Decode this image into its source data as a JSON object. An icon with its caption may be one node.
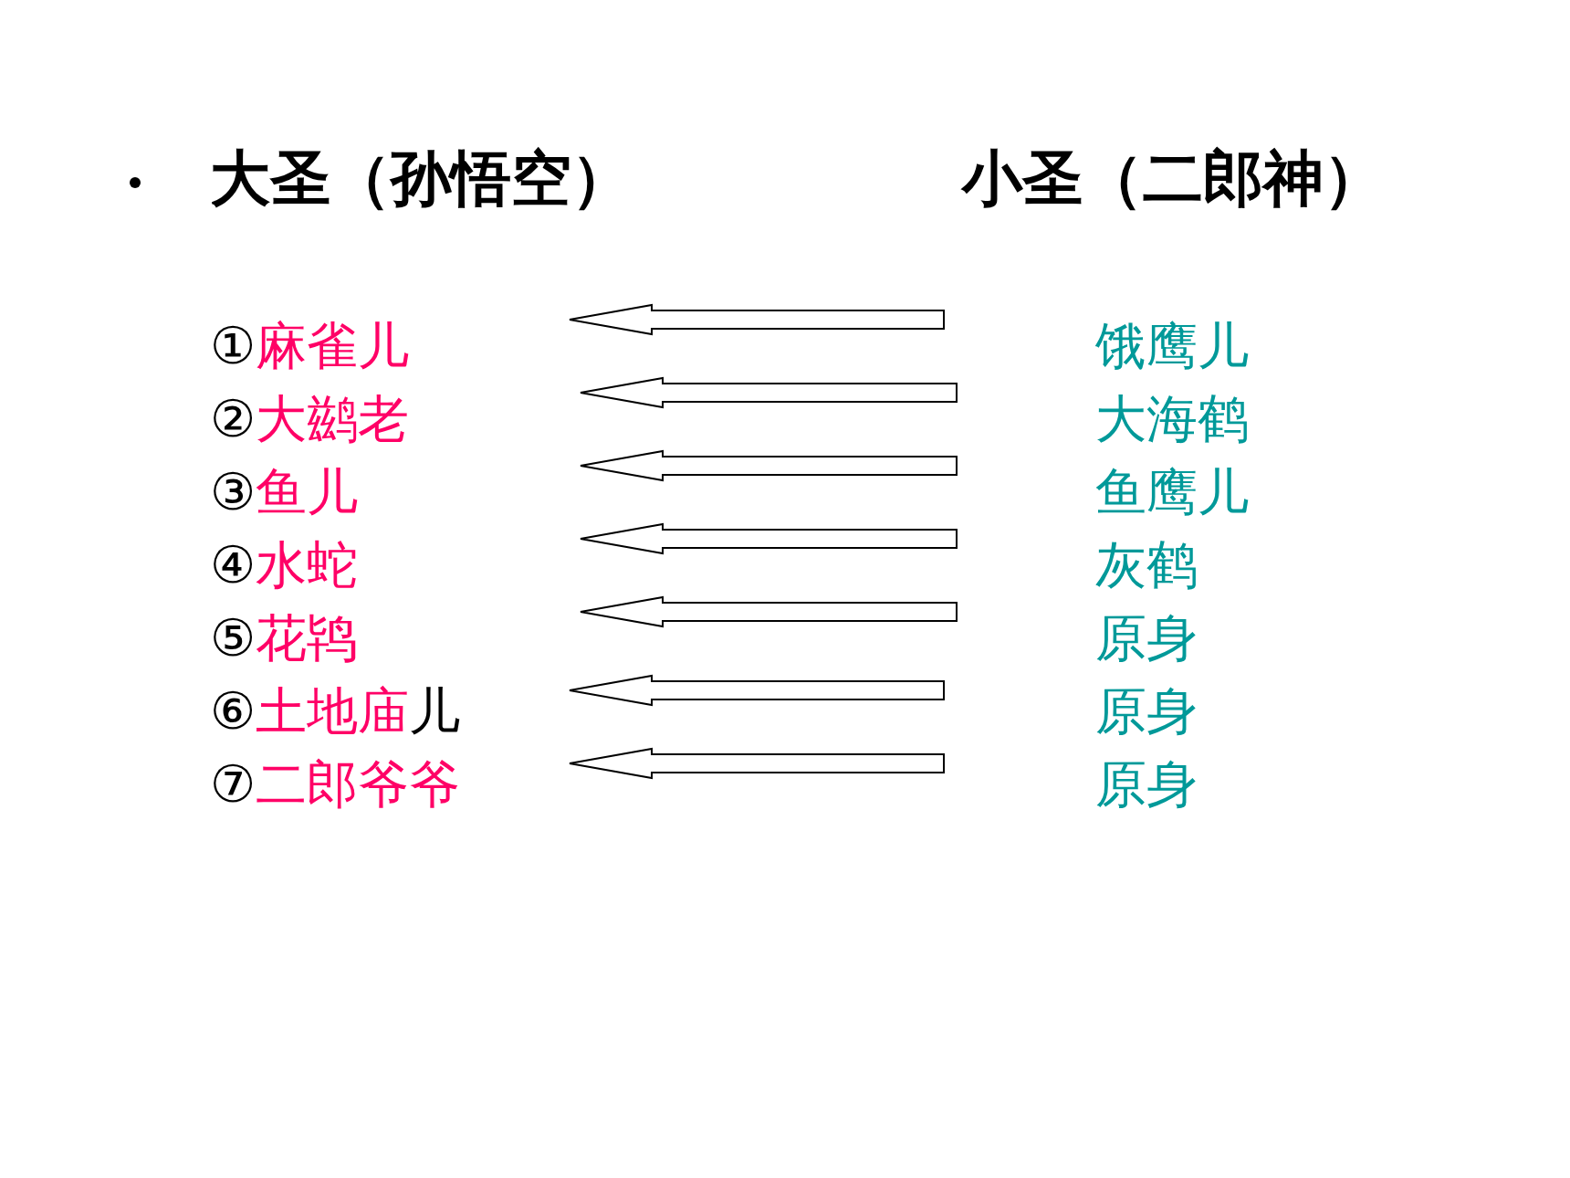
{
  "diagram": {
    "nodes": [
      {
        "text": [
          "①",
          "麻雀儿"
        ]
      },
      {
        "text": [
          "②",
          "大鹚老"
        ]
      },
      {
        "text": [
          "③",
          "鱼儿"
        ]
      },
      {
        "text": [
          "④",
          "水蛇"
        ]
      },
      {
        "text": [
          "⑤",
          "花鸨"
        ]
      },
      {
        "text": [
          "⑥",
          "土地庙",
          "儿"
        ]
      },
      {
        "text": [
          "⑦",
          "二郎爷爷"
        ]
      },
      {
        "text": [
          "饿鹰儿"
        ]
      },
      {
        "text": [
          "大海鹤"
        ]
      },
      {
        "text": [
          "鱼鹰儿"
        ]
      },
      {
        "text": [
          "灰鹤"
        ]
      },
      {
        "text": [
          "原身"
        ]
      },
      {
        "text": [
          "原身"
        ]
      },
      {
        "text": [
          "原身"
        ]
      }
    ],
    "edges": [
      {
        "from": 7,
        "to": 0,
        "arrow": "to"
      },
      {
        "from": 8,
        "to": 1,
        "arrow": "to"
      },
      {
        "from": 9,
        "to": 2,
        "arrow": "to"
      },
      {
        "from": 10,
        "to": 3,
        "arrow": "to"
      },
      {
        "from": 11,
        "to": 4,
        "arrow": "to"
      },
      {
        "from": 12,
        "to": 5,
        "arrow": "to"
      },
      {
        "from": 13,
        "to": 6,
        "arrow": "to"
      }
    ],
    "labels": [
      "大圣（孙悟空）",
      "小圣（二郎神）"
    ]
  }
}
